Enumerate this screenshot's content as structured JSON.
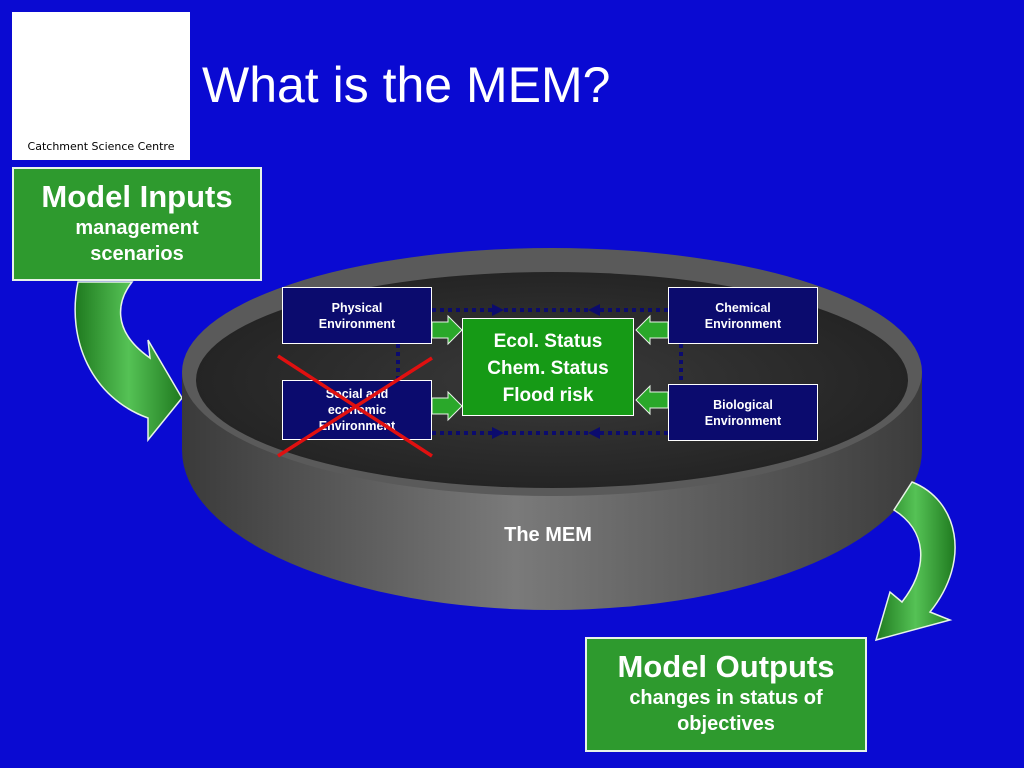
{
  "title": "What is the MEM?",
  "logo": {
    "text": "Catchment Science Centre"
  },
  "inputs": {
    "title": "Model Inputs",
    "line1": "management",
    "line2": "scenarios"
  },
  "outputs": {
    "title": "Model Outputs",
    "line1": "changes in status of",
    "line2": "objectives"
  },
  "boxes": {
    "physical": {
      "line1": "Physical",
      "line2": "Environment"
    },
    "social": {
      "line1": "Social and",
      "line2": "economic",
      "line3": "Environment"
    },
    "chemical": {
      "line1": "Chemical",
      "line2": "Environment"
    },
    "biological": {
      "line1": "Biological",
      "line2": "Environment"
    }
  },
  "status": {
    "line1": "Ecol. Status",
    "line2": "Chem. Status",
    "line3": "Flood risk"
  },
  "mem_label": "The MEM",
  "colors": {
    "background": "#0a0ad2",
    "green": "#2e9a2e",
    "navy": "#0b0b6e",
    "cross": "#e01010"
  }
}
